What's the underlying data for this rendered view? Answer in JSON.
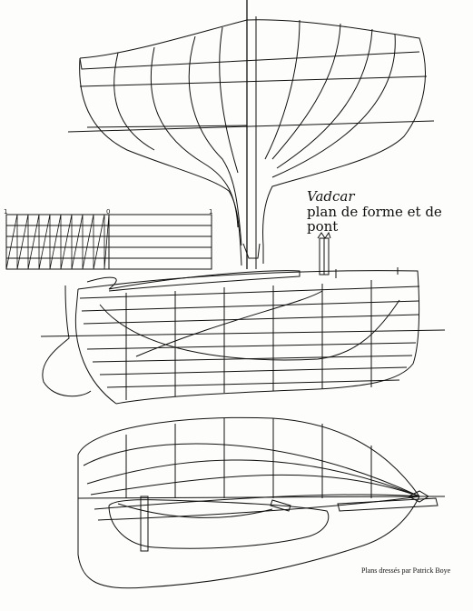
{
  "title": {
    "boat_name": "Vadcar",
    "subtitle": "plan de forme et de pont"
  },
  "credit": "Plans dressés par Patrick Boye",
  "scale_labels": [
    "1",
    "0",
    "1"
  ],
  "colors": {
    "ink": "#111111",
    "paper": "#fdfdfb"
  }
}
